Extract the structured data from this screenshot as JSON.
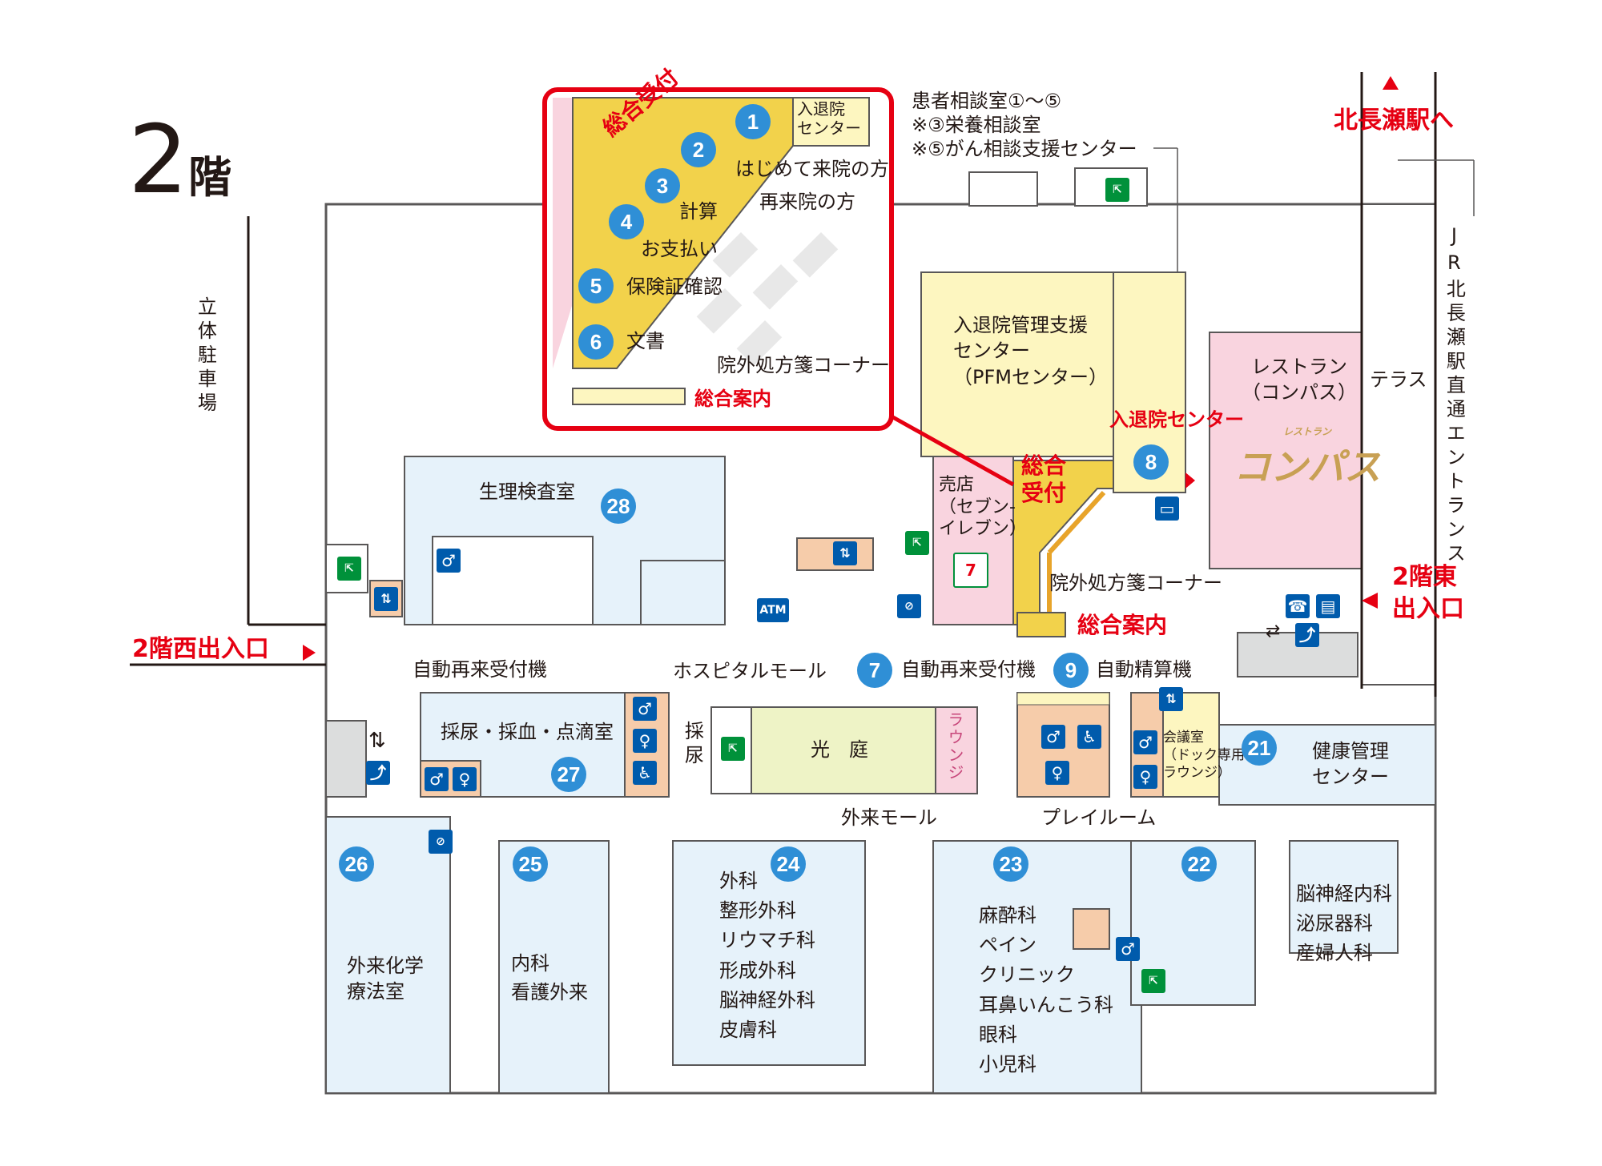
{
  "floor": {
    "number": "2",
    "unit": "階"
  },
  "inset": {
    "counters": [
      {
        "no": "1",
        "label": "入退院\nセンター"
      },
      {
        "no": "2",
        "label": "はじめて来院の方"
      },
      {
        "no": "3",
        "label": "再来院の方"
      },
      {
        "no": "4",
        "label": "計算"
      },
      {
        "no": "5",
        "label": "保険証確認"
      },
      {
        "no": "6",
        "label": "文書"
      }
    ],
    "payment": "お支払い",
    "reception": "総合受付",
    "prescription": "院外処方箋コーナー",
    "info": "総合案内"
  },
  "consult": {
    "line1": "患者相談室①〜⑤",
    "line2": "※③栄養相談室",
    "line3": "※⑤がん相談支援センター"
  },
  "entrances": {
    "north": "北長瀬駅へ",
    "east_line1": "2階東",
    "east_line2": "出入口",
    "west": "2階西出入口"
  },
  "jr": "JR北長瀬駅直通エントランス",
  "parking": "立体駐車場",
  "terrace": "テラス",
  "rooms": {
    "pfm": "入退院管理支援\nセンター\n（PFMセンター）",
    "admission_center": "入退院センター",
    "reception": "総合\n受付",
    "restaurant": "レストラン\n（コンパス）",
    "restaurant_logo": "コンパス",
    "restaurant_logo_small": "レストラン",
    "shop": "売店\n（セブン-\nイレブン）",
    "prescription": "院外処方箋コーナー",
    "info": "総合案内",
    "physio": "生理検査室",
    "mall": "ホスピタルモール",
    "auto_reentry_left": "自動再来受付機",
    "auto_reentry": "自動再来受付機",
    "auto_pay": "自動精算機",
    "lab": "採尿・採血・点滴室",
    "urine": "採尿",
    "courtyard": "光　庭",
    "lounge": "ラウンジ",
    "meeting": "会議室\n（ドック専用\nラウンジ）",
    "health": "健康管理\nセンター",
    "outpatient_mall": "外来モール",
    "playroom": "プレイルーム",
    "chemo": "外来化学\n療法室",
    "r25": "内科\n看護外来",
    "r24": "外科\n整形外科\nリウマチ科\n形成外科\n脳神経外科\n皮膚科",
    "r23": "麻酔科\nペイン\nクリニック\n耳鼻いんこう科\n眼科\n小児科",
    "r22": "脳神経内科\n泌尿器科\n産婦人科"
  },
  "numbers": {
    "n7": "7",
    "n8": "8",
    "n9": "9",
    "n21": "21",
    "n22": "22",
    "n23": "23",
    "n24": "24",
    "n25": "25",
    "n26": "26",
    "n27": "27",
    "n28": "28"
  },
  "icons": {
    "atm": "ATM",
    "exit": "emergency-exit-icon",
    "elevator": "elevator-icon",
    "restroom": "restroom-icon",
    "accessible": "wheelchair-icon",
    "phone": "phone-icon",
    "escalator": "escalator-icon",
    "tv": "tv-icon",
    "smoking": "no-smoking-icon",
    "seven_logo": "7"
  },
  "colors": {
    "red": "#e60012",
    "blue": "#2f8fd6",
    "yellow": "#f7e77a",
    "reception_yellow": "#f2d24b",
    "light_yellow": "#fdf6c0",
    "pink": "#f9d4df",
    "light_blue": "#e6f2fa",
    "peach": "#f6ccaa",
    "green_yellow": "#eef3c6",
    "icon_blue": "#005bac"
  }
}
